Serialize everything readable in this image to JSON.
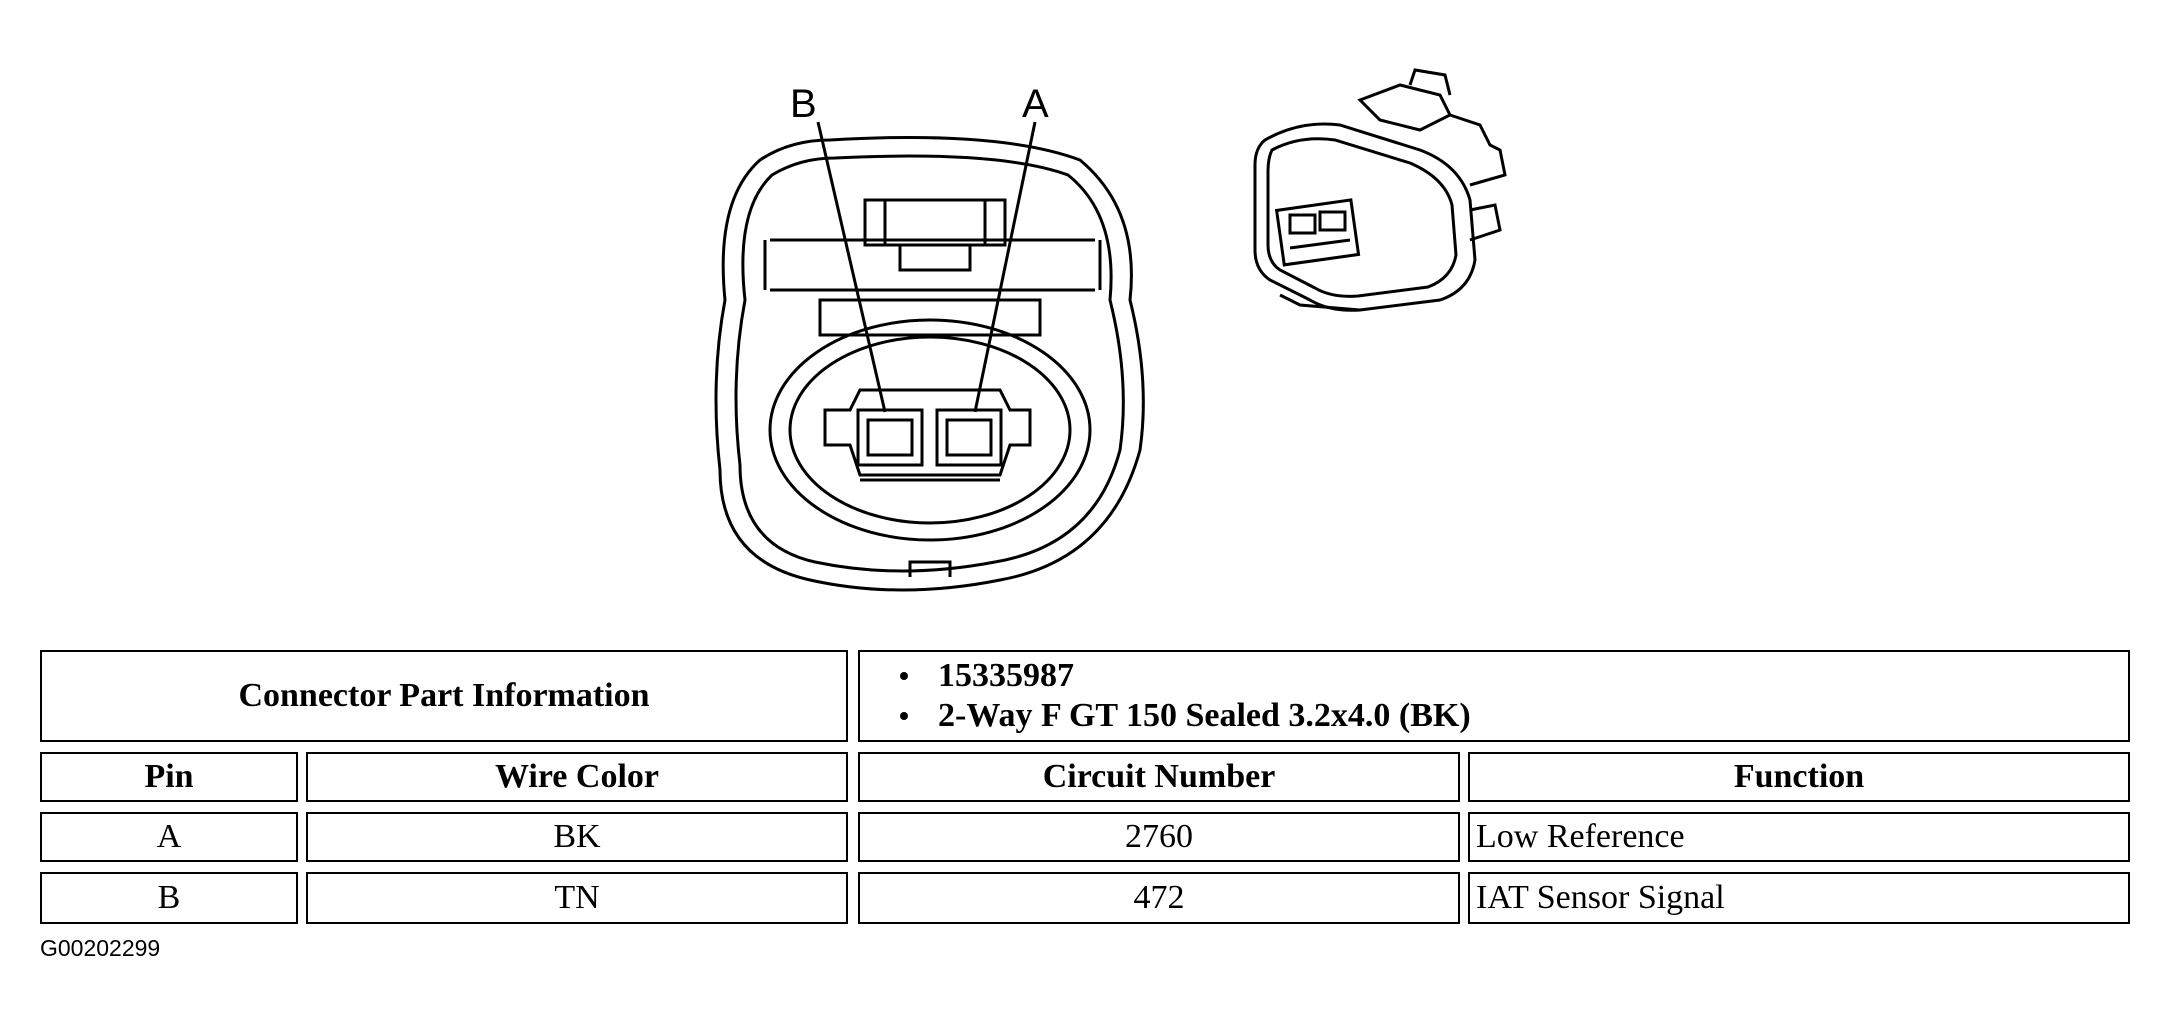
{
  "diagram": {
    "pin_labels": [
      "B",
      "A"
    ],
    "figure_code": "G00202299"
  },
  "table": {
    "info_label": "Connector Part Information",
    "info_items": [
      "15335987",
      "2-Way F GT 150 Sealed 3.2x4.0 (BK)"
    ],
    "headers": [
      "Pin",
      "Wire Color",
      "Circuit Number",
      "Function"
    ],
    "rows": [
      {
        "pin": "A",
        "wire_color": "BK",
        "circuit": "2760",
        "function": "Low Reference"
      },
      {
        "pin": "B",
        "wire_color": "TN",
        "circuit": "472",
        "function": "IAT Sensor Signal"
      }
    ]
  }
}
